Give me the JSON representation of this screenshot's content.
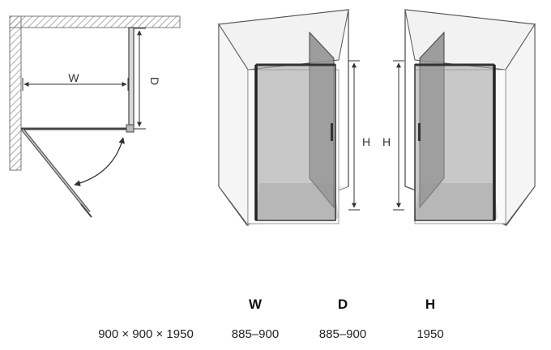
{
  "plan_labels": {
    "width": "W",
    "depth": "D"
  },
  "elevation_labels": {
    "left_height": "H",
    "right_height": "H"
  },
  "table": {
    "headers": {
      "w": "W",
      "d": "D",
      "h": "H"
    },
    "row": {
      "size": "900 × 900 × 1950",
      "w": "885–900",
      "d": "885–900",
      "h": "1950"
    }
  }
}
